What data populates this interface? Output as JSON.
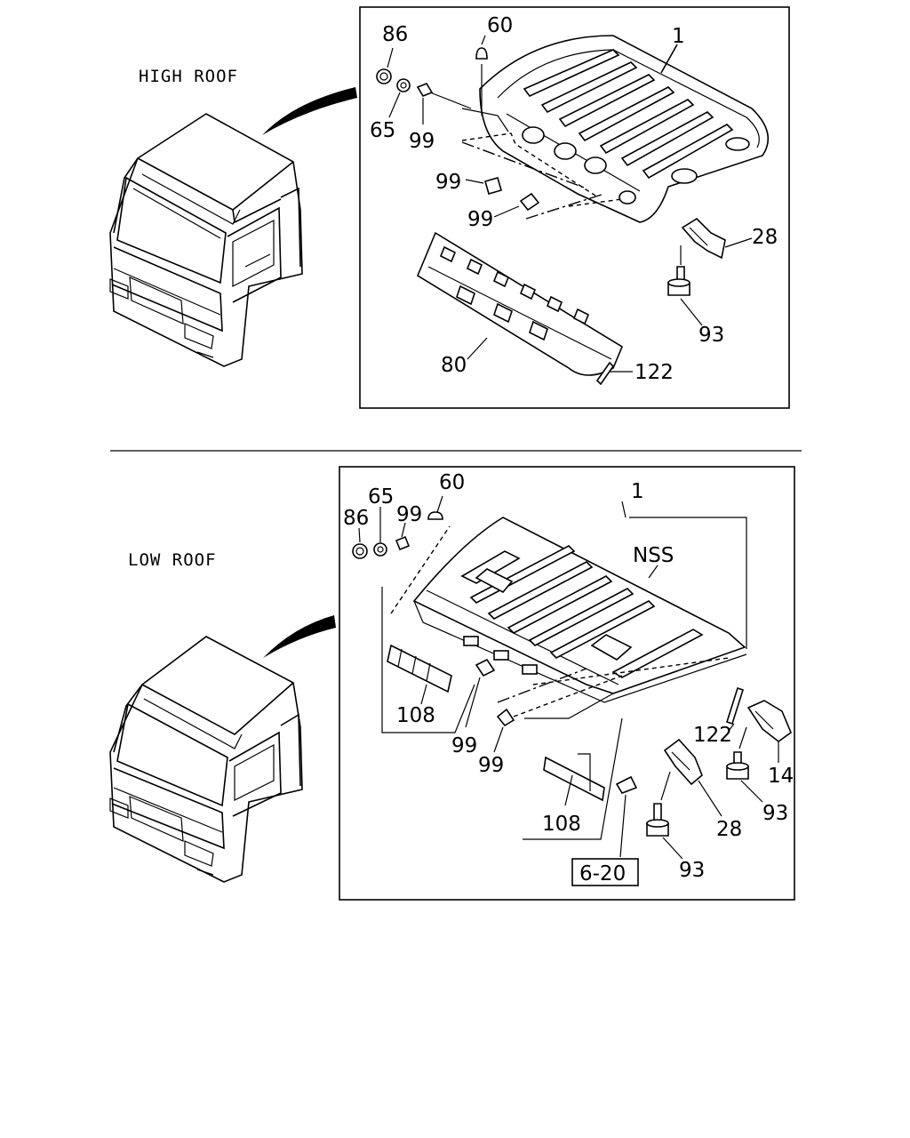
{
  "high_roof": {
    "caption": "HIGH ROOF",
    "labels": {
      "l86": "86",
      "l60": "60",
      "l1": "1",
      "l65": "65",
      "l99a": "99",
      "l99b": "99",
      "l99c": "99",
      "l28": "28",
      "l93": "93",
      "l80": "80",
      "l122": "122"
    }
  },
  "low_roof": {
    "caption": "LOW ROOF",
    "labels": {
      "l60": "60",
      "l1": "1",
      "l65": "65",
      "l99a": "99",
      "l86": "86",
      "l nss": "NSS",
      "l108a": "108",
      "l99b": "99",
      "l99c": "99",
      "l122": "122",
      "l14": "14",
      "l28": "28",
      "l93a": "93",
      "l108b": "108",
      "l93b": "93",
      "ref": "6-20"
    }
  }
}
